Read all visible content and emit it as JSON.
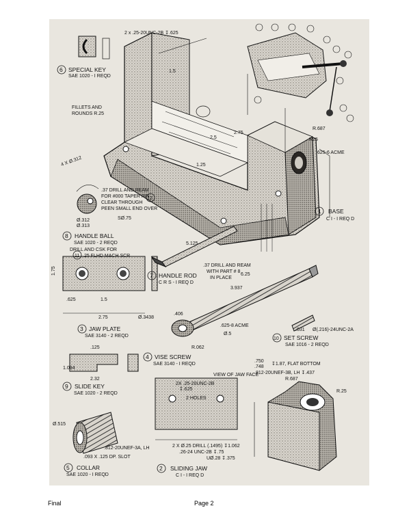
{
  "footer": {
    "left": "Final",
    "center": "Page 2"
  },
  "base": {
    "thread_note": "2 x .25-20UNC-2B ↧.625",
    "fillets_line1": "FILLETS AND",
    "fillets_line2": "ROUNDS R.25",
    "holes_note": "4 X Ø.312",
    "acme_note": ".625-6 ACME",
    "radius_687": "R.687",
    "radius_25": "R25",
    "dim_15": "1.5",
    "dim_25": "2.5",
    "dim_275": "2.75",
    "dim_125": "1.25"
  },
  "parts": {
    "p1": {
      "num": "1",
      "name": "BASE",
      "spec": "C I - I REQ D"
    },
    "p2": {
      "num": "2",
      "name": "SLIDING JAW",
      "spec": "C I - I REQ D"
    },
    "p3": {
      "num": "3",
      "name": "JAW PLATE",
      "spec": "SAE 3140 - 2 REQD"
    },
    "p4": {
      "num": "4",
      "name": "VISE SCREW",
      "spec": "SAE 3140 - I REQD"
    },
    "p5": {
      "num": "5",
      "name": "COLLAR",
      "spec": "SAE 1020 - I REQD"
    },
    "p6": {
      "num": "6",
      "name": "SPECIAL KEY",
      "spec": "SAE 1020 - I REQD"
    },
    "p7": {
      "num": "7",
      "name": "HANDLE ROD",
      "spec": "C R S - I REQ D"
    },
    "p8": {
      "num": "8",
      "name": "HANDLE BALL",
      "spec": "SAE 1020 - 2 REQD"
    },
    "p9": {
      "num": "9",
      "name": "SLIDE KEY",
      "spec": "SAE 1020 - 2 REQD"
    },
    "p10": {
      "num": "10",
      "name": "SET SCREW",
      "spec": "SAE 1016 - 2 REQD"
    },
    "p11": {
      "num": "11",
      "spec": ".25 FLHD MACH SCR"
    },
    "p12": {
      "num": "12"
    }
  },
  "notes": {
    "drill_ream_12": [
      ".37 DRILL AND REAM",
      "FOR #000 TAPER PIN",
      "CLEAR THROUGH",
      "PEEN SMALL END OVER"
    ],
    "sphere": "SØ.75",
    "ball_dia": [
      "Ø.312",
      "Ø.313"
    ],
    "drill_csk": "DRILL AND CSK FOR",
    "rod_drill": [
      ".37 DRILL AND REAM",
      "WITH PART # 8",
      "IN PLACE"
    ],
    "dim_5125": "5.125",
    "dim_625": "6.25",
    "dim_3937": "3.937",
    "dim_3438": "Ø.3438",
    "dim_406": ".406",
    "acme_625": ".625-8 ACME",
    "dia_5": "Ø.5",
    "r062": "R.062",
    "jaw_dims": [
      "1.75",
      ".625",
      "1.5",
      "2.75"
    ],
    "set_screw_thread": "Ø(.216)-24UNC-2A",
    "dim_031": ".031",
    "jaw_bore": [
      ".750",
      ".748",
      "↧1.87, FLAT BOTTOM"
    ],
    "jaw_thread": ".812-20UNEF-3B, LH ↧.437",
    "view_face": "VIEW OF JAW FACE",
    "jaw_face_thread": "2X .25-20UNC-2B",
    "jaw_face_depth": "↧.625",
    "jaw_face_holes": "2 HOLES",
    "collar_dia": "Ø.515",
    "collar_thread": ".812-20UNEF-3A, LH",
    "collar_slot": ".093 X .125 DP. SLOT",
    "drill_1495": "2 X Ø.25 DRILL (.1495) ↧1.062",
    "thread_26": ".26-24 UNC-2B ↧.75",
    "thread_28": "UØ.28 ↧.375",
    "slide_key_dims": [
      ".125",
      "1.094",
      "2.32"
    ],
    "r687_jaw": "R.687",
    "r25_jaw": "R.25"
  }
}
